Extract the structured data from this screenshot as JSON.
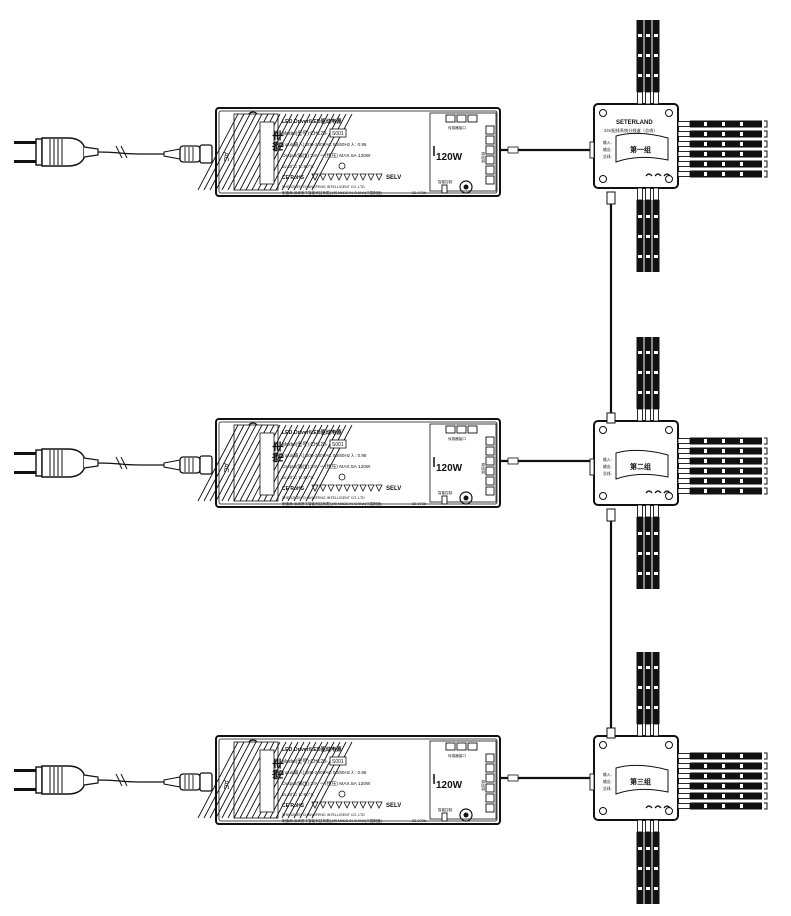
{
  "driver": {
    "brand_text": "LED Driver/LED驱动电源",
    "model_text": "Model(型号):CH120-",
    "model_suffix": "S001",
    "input_text": "Input(输入):200-240VAC 50/60Hz   λ : 0.95",
    "output_text": "Output(输出):24V ═ (恒压) MAX.5A    120W",
    "temp_text": "ta:40°C    tc:80°C",
    "cert_text": "CE RoHS",
    "selv_text": "SELV",
    "company_en_text": "SHENZHEN CHANGFENG INTELLIGENT CO.,LTD",
    "company_cn_text": "制造商:深圳常丰智能科技有限公司   MADE IN CHINA(中国制造)",
    "date_code": "22-0726",
    "power_label": "120W",
    "ac_label": "AC",
    "side_logo": "常丰",
    "top_label": "传感器接口",
    "bottom_label": "智能控制",
    "side_small": "输出端"
  },
  "hubs": [
    {
      "title": "SETERLAND",
      "subtitle": "24V配线系统分线盒（总线）",
      "zone": "第一组"
    },
    {
      "title": "",
      "subtitle": "",
      "zone": "第二组"
    },
    {
      "title": "",
      "subtitle": "",
      "zone": "第三组"
    }
  ],
  "hub_side_labels": [
    "输入:",
    "输出:",
    "总线:"
  ],
  "colors": {
    "line": "#111111",
    "background": "#ffffff"
  }
}
